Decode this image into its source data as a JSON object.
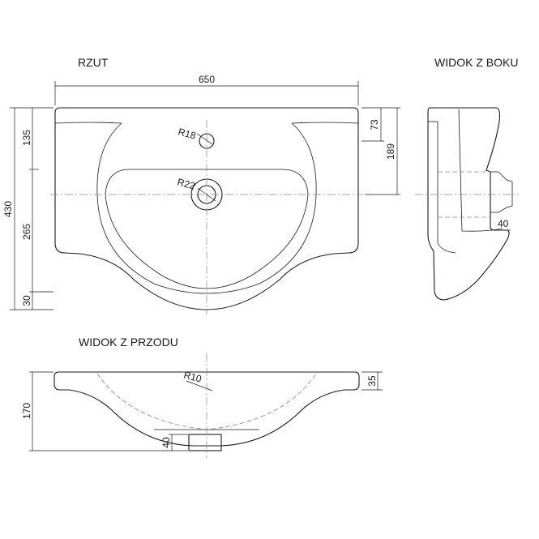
{
  "views": {
    "top": "RZUT",
    "side": "WIDOK Z BOKU",
    "front": "WIDOK Z PRZODU"
  },
  "dimensions": {
    "width": "650",
    "depth": "430",
    "top_back": "135",
    "top_front": "265",
    "top_lip": "30",
    "side_tap": "73",
    "side_drain": "189",
    "side_outlet": "40",
    "front_height": "170",
    "front_rim": "35",
    "front_outlet": "40"
  },
  "radii": {
    "tap_hole": "R18",
    "drain_hole": "R22",
    "front_radius": "R10"
  }
}
